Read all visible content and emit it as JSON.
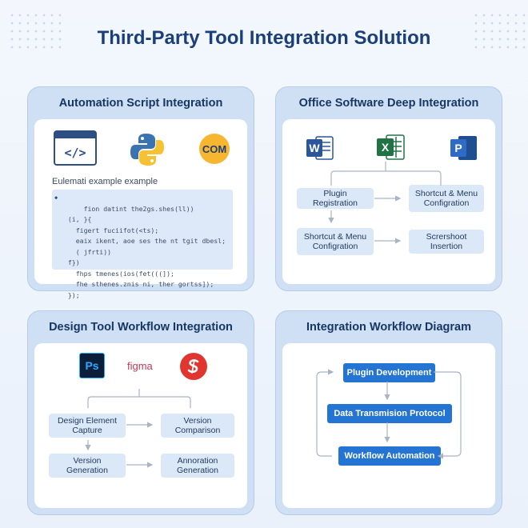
{
  "title": "Third-Party Tool Integration Solution",
  "colors": {
    "title": "#1a3f7a",
    "panel": "#cfe0f5",
    "node": "#dbe8f8",
    "accent": "#2474d4"
  },
  "panels": {
    "automation": {
      "title": "Automation Script Integration",
      "icons": [
        "code-window-icon",
        "python-icon",
        "com-icon"
      ],
      "com_label": "COM",
      "example_label": "Eulemati example example",
      "code_lines": [
        "fion datint the2gs.shes(ll))",
        "  (i, }{",
        "    figert fuciifot(<ts);",
        "    eaix ikent, aoe ses the nt tgit dbesl;",
        "    ( jfrti))",
        "  f})",
        "    fhps tmenes(ios(fet(((]);",
        "    fhe sthenes.znis ni, ther gortss]);",
        "  });"
      ]
    },
    "office": {
      "title": "Office Software Deep Integration",
      "icons": [
        "word-icon",
        "excel-icon",
        "project-icon"
      ],
      "word_letter": "W",
      "excel_letter": "X",
      "project_letter": "P",
      "nodes": [
        "Plugin Registration",
        "Shortcut & Menu Configration",
        "Shortcut & Menu Configration",
        "Scrershoot Insertion"
      ]
    },
    "design": {
      "title": "Design Tool Workflow Integration",
      "icons": [
        "photoshop-icon",
        "figma-icon",
        "design-app-icon"
      ],
      "ps_label": "Ps",
      "figma_label": "figma",
      "nodes": [
        "Design Element Capture",
        "Version Comparison",
        "Version Generation",
        "Annoration Generation"
      ]
    },
    "workflow": {
      "title": "Integration Workflow Diagram",
      "nodes": [
        "Plugin Development",
        "Data Transmision Protocol",
        "Workflow Automation"
      ]
    }
  }
}
